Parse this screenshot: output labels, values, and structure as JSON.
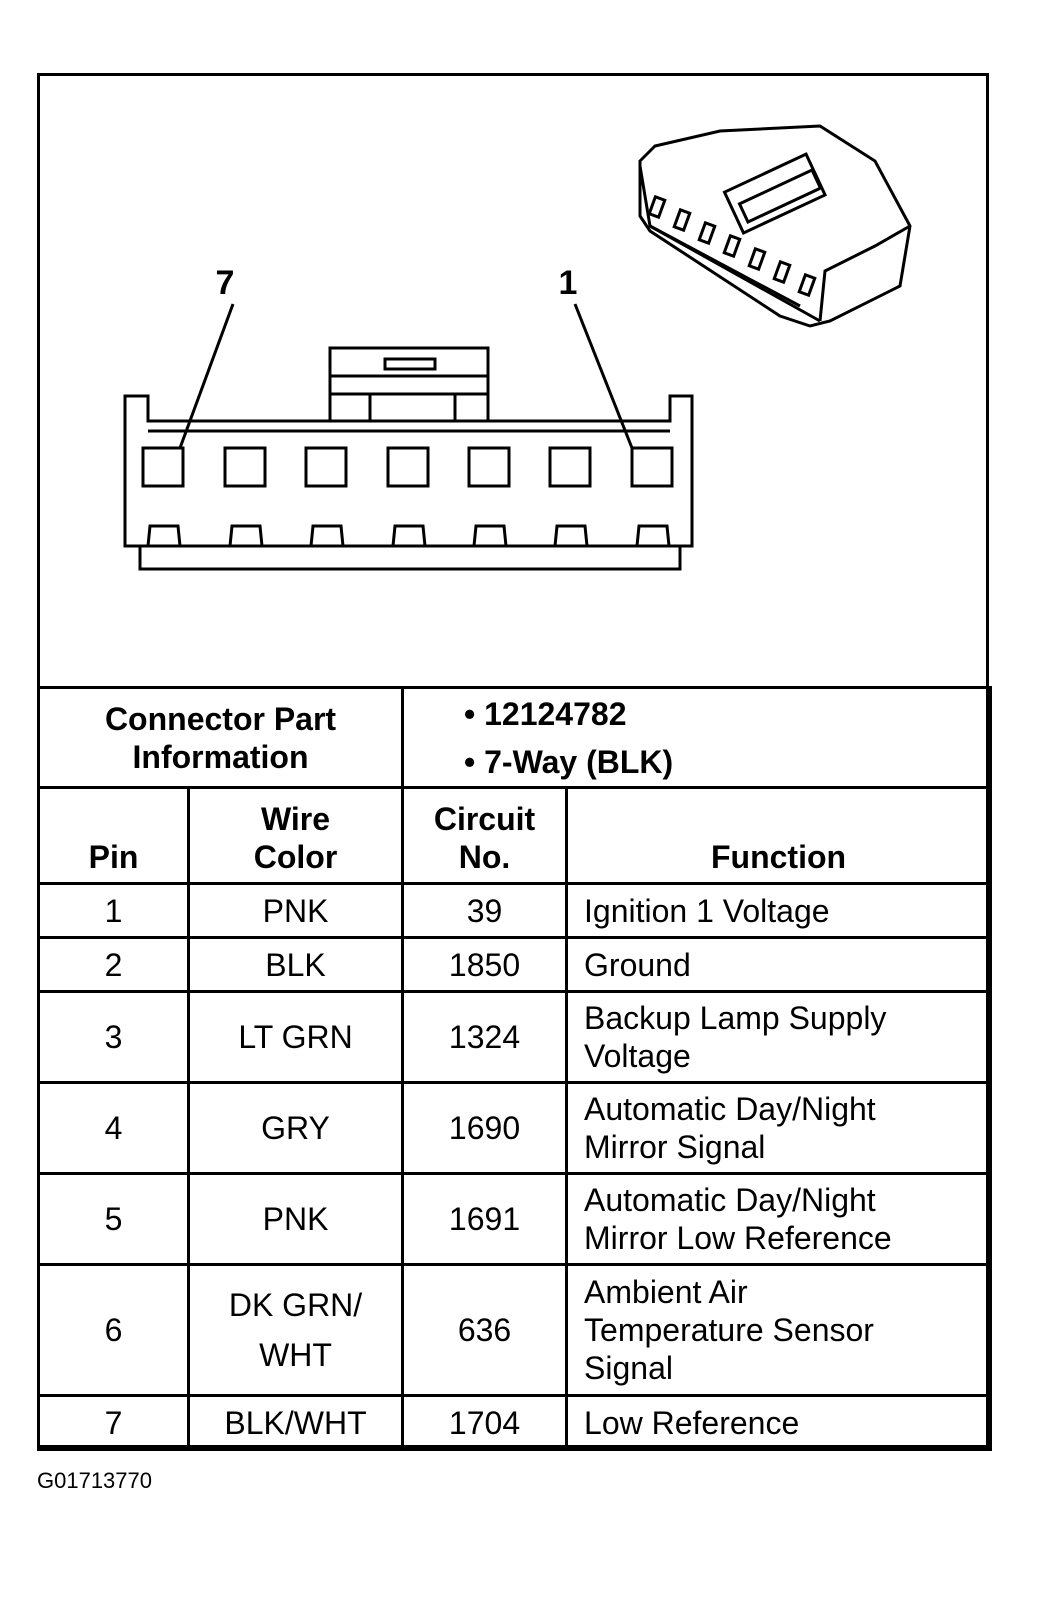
{
  "diagram": {
    "callout_left": "7",
    "callout_right": "1"
  },
  "connector_info": {
    "label_line1": "Connector Part",
    "label_line2": "Information",
    "part_number": "• 12124782",
    "description": "• 7-Way (BLK)"
  },
  "headers": {
    "pin": "Pin",
    "wire_color_line1": "Wire",
    "wire_color_line2": "Color",
    "circuit_line1": "Circuit",
    "circuit_line2": "No.",
    "function": "Function"
  },
  "rows": [
    {
      "pin": "1",
      "color": "PNK",
      "circuit": "39",
      "function": "Ignition 1 Voltage"
    },
    {
      "pin": "2",
      "color": "BLK",
      "circuit": "1850",
      "function": "Ground"
    },
    {
      "pin": "3",
      "color": "LT GRN",
      "circuit": "1324",
      "function": "Backup Lamp Supply\nVoltage"
    },
    {
      "pin": "4",
      "color": "GRY",
      "circuit": "1690",
      "function": "Automatic Day/Night\nMirror Signal"
    },
    {
      "pin": "5",
      "color": "PNK",
      "circuit": "1691",
      "function": "Automatic Day/Night\nMirror Low Reference"
    },
    {
      "pin": "6",
      "color": "DK GRN/\nWHT",
      "circuit": "636",
      "function": "Ambient Air\nTemperature Sensor\nSignal"
    },
    {
      "pin": "7",
      "color": "BLK/WHT",
      "circuit": "1704",
      "function": "Low Reference"
    }
  ],
  "footer": {
    "code": "G01713770"
  }
}
